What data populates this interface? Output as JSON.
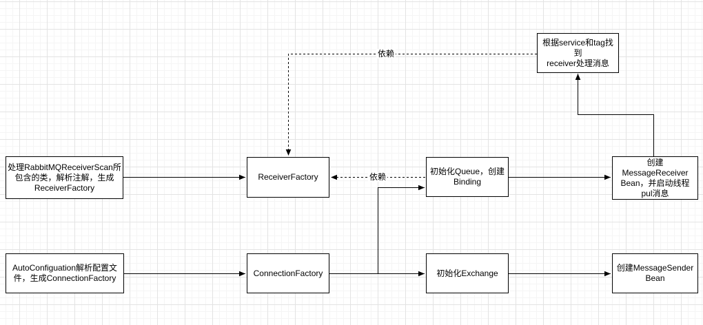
{
  "diagram": {
    "nodes": {
      "scan": {
        "label": "处理RabbitMQReceiverScan所\n包含的类，解析注解，生成\nReceiverFactory"
      },
      "receiver_factory": {
        "label": "ReceiverFactory"
      },
      "init_queue": {
        "label": "初始化Queue，创建\nBinding"
      },
      "create_receiver": {
        "label": "创建\nMessageReceiver\nBean，并启动线程\npul消息"
      },
      "find_receiver": {
        "label": "根据service和tag找到\nreceiver处理消息"
      },
      "auto_config": {
        "label": "AutoConfiguation解析配置文\n件，生成ConnectionFactory"
      },
      "connection_factory": {
        "label": "ConnectionFactory"
      },
      "init_exchange": {
        "label": "初始化Exchange"
      },
      "create_sender": {
        "label": "创建MessageSender\nBean"
      }
    },
    "edge_labels": {
      "dep_top": "依赖",
      "dep_mid": "依赖"
    },
    "colors": {
      "stroke": "#000000",
      "node_fill": "#ffffff",
      "background": "#ffffff",
      "grid_minor": "#f5f5f5",
      "grid_major": "#e3e3e3"
    }
  }
}
